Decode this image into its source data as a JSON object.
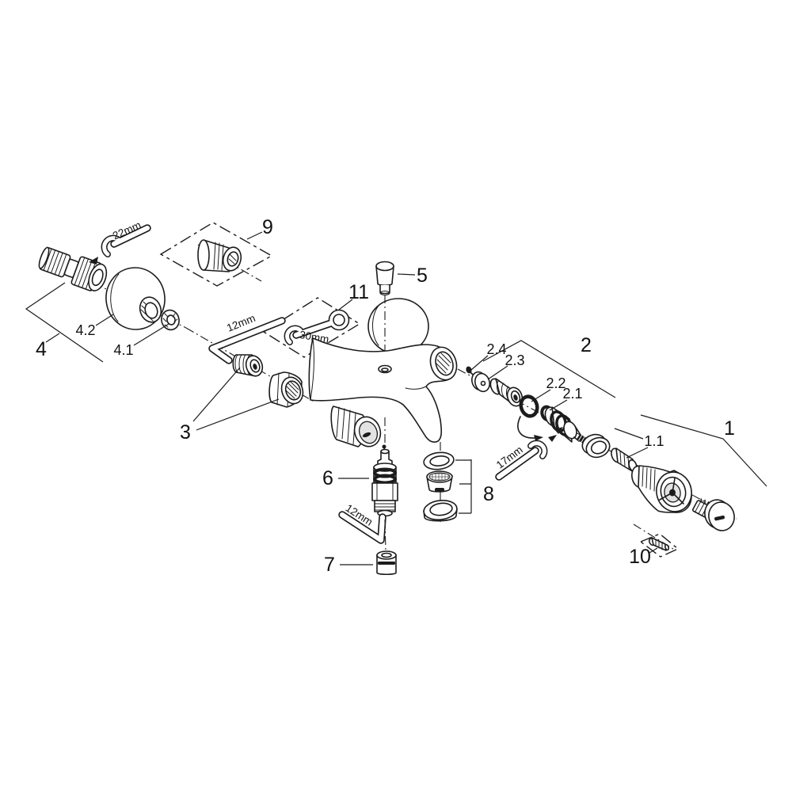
{
  "diagram": {
    "type": "exploded-parts-diagram",
    "subject": "wall-mounted bath/shower mixer faucet",
    "colors": {
      "line": "#1c1c1c",
      "background": "#ffffff"
    },
    "part_labels": {
      "p1": "1",
      "p1_1": "1.1",
      "p2": "2",
      "p2_1": "2.1",
      "p2_2": "2.2",
      "p2_3": "2.3",
      "p2_4": "2.4",
      "p3": "3",
      "p4": "4",
      "p4_1": "4.1",
      "p4_2": "4.2",
      "p5": "5",
      "p6": "6",
      "p7": "7",
      "p8": "8",
      "p9": "9",
      "p10": "10",
      "p11": "11"
    },
    "tool_labels": {
      "wrench_22mm": "22mm",
      "allen_key_upper_12mm": "12mm",
      "ring_wrench_30mm": "30mm",
      "open_wrench_17mm": "17mm",
      "allen_key_lower_12mm": "12mm"
    }
  }
}
